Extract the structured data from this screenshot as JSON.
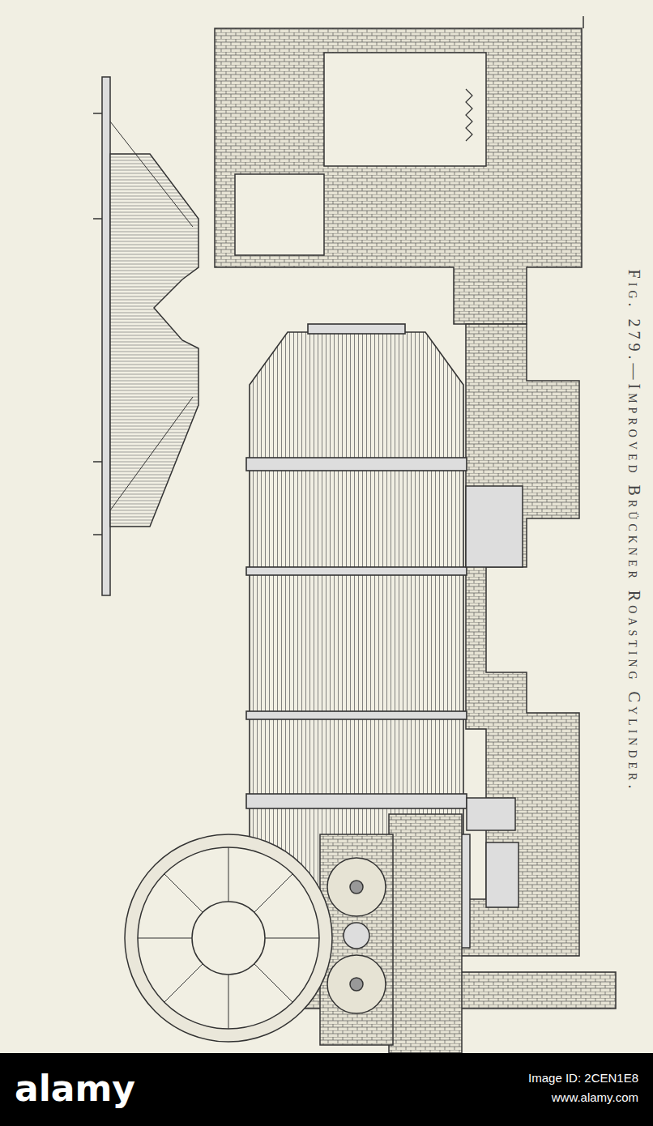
{
  "diagram": {
    "caption": "Fig. 279.—Improved Brückner Roasting Cylinder.",
    "labels": [
      "alamy",
      "Image ID: 2CEN1E8",
      "www.alamy.com"
    ]
  }
}
